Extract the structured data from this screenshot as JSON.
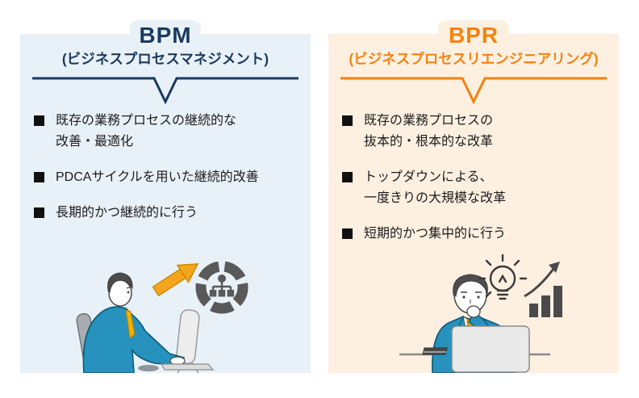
{
  "page": {
    "background": "#ffffff",
    "text_color": "#1c1c1c"
  },
  "bpm_panel": {
    "title": "BPM",
    "subtitle": "(ビジネスプロセスマネジメント)",
    "accent_color": "#1a3a5e",
    "background_color": "#e9f1f8",
    "bullet_marker": "black-square",
    "bullets": [
      {
        "lines": [
          "既存の業務プロセスの継続的な",
          "改善・最適化"
        ]
      },
      {
        "lines": [
          "PDCAサイクルを用いた継続的改善"
        ]
      },
      {
        "lines": [
          "長期的かつ継続的に行う"
        ]
      }
    ],
    "illustration": "businessman-typing-at-desktop-monitor-with-orange-arrow-to-process-diagram-icon"
  },
  "bpr_panel": {
    "title": "BPR",
    "subtitle": "(ビジネスプロセスリエンジニアリング)",
    "accent_color": "#f5820f",
    "background_color": "#fdf0e1",
    "bullet_marker": "black-square",
    "bullets": [
      {
        "lines": [
          "既存の業務プロセスの",
          "抜本的・根本的な改革"
        ]
      },
      {
        "lines": [
          "トップダウンによる、",
          "一度きりの大規模な改革"
        ]
      },
      {
        "lines": [
          "短期的かつ集中的に行う"
        ]
      }
    ],
    "illustration": "businessman-thinking-at-laptop-with-lightbulb-and-growth-chart-icons"
  }
}
